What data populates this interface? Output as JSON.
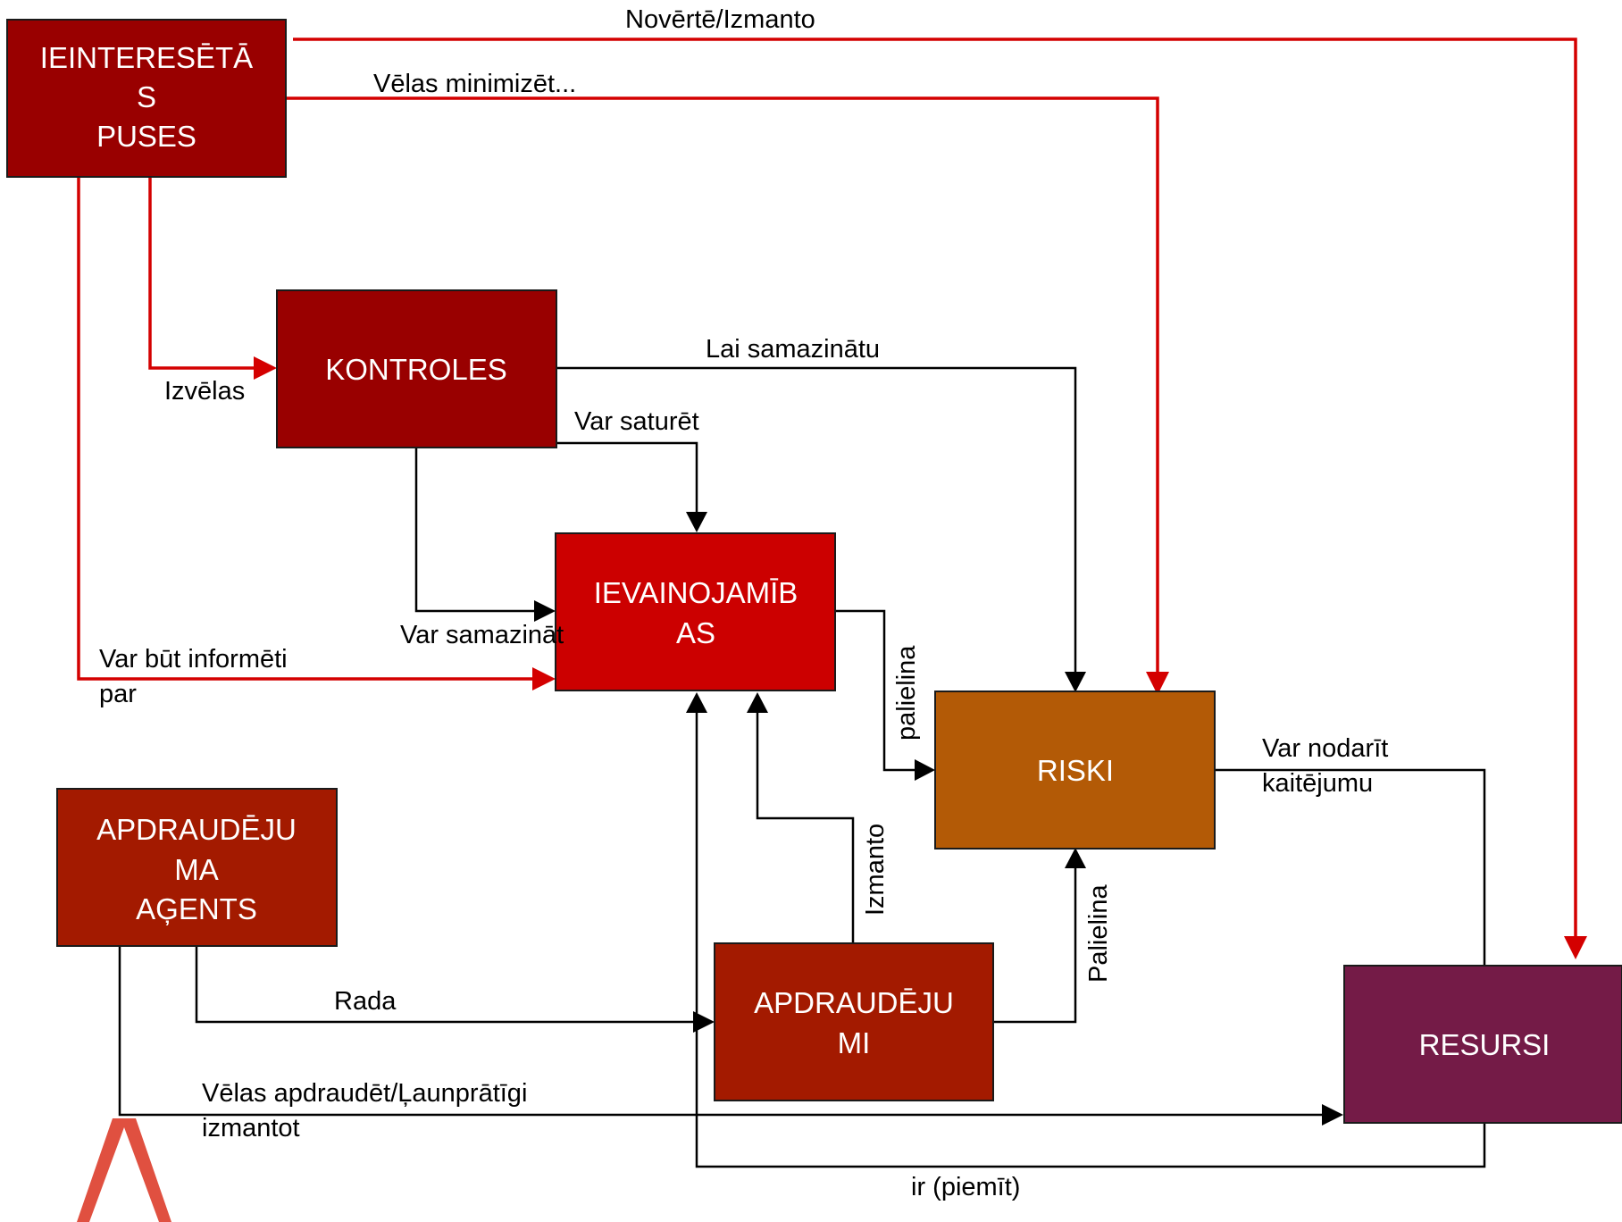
{
  "colors": {
    "stakeholders": "#990000",
    "controls": "#990000",
    "vulnerabilities": "#cc0000",
    "risks": "#b35a06",
    "threat_agent": "#a31a00",
    "threats": "#a31a00",
    "resources": "#741b47",
    "red_edge": "#d40000",
    "black_edge": "#000000",
    "figure_mark": "#e05040"
  },
  "nodes": {
    "stakeholders": {
      "lines": [
        "IEINTERESĒTĀ",
        "S",
        "PUSES"
      ]
    },
    "controls": {
      "lines": [
        "KONTROLES"
      ]
    },
    "vulnerabilities": {
      "lines": [
        "IEVAINOJAMĪB",
        "AS"
      ]
    },
    "risks": {
      "lines": [
        "RISKI"
      ]
    },
    "threat_agent": {
      "lines": [
        "APDRAUDĒJU",
        "MA",
        "AĢENTS"
      ]
    },
    "threats": {
      "lines": [
        "APDRAUDĒJU",
        "MI"
      ]
    },
    "resources": {
      "lines": [
        "RESURSI"
      ]
    }
  },
  "edges": {
    "assess_use": "Novērtē/Izmanto",
    "wish_minimize": "Vēlas minimizēt...",
    "choose": "Izvēlas",
    "to_reduce": "Lai samazinātu",
    "may_contain": "Var saturēt",
    "may_reduce": "Var samazināt",
    "may_be_informed": [
      "Var būt informēti",
      "par"
    ],
    "increases_lower": "palielina",
    "may_harm": [
      "Var nodarīt",
      "kaitējumu"
    ],
    "uses": "Izmanto",
    "increases_upper": "Palielina",
    "creates": "Rada",
    "wish_threaten": [
      "Vēlas apdraudēt/Ļaunprātīgi",
      "izmantot"
    ],
    "has": "ir (piemīt)"
  }
}
